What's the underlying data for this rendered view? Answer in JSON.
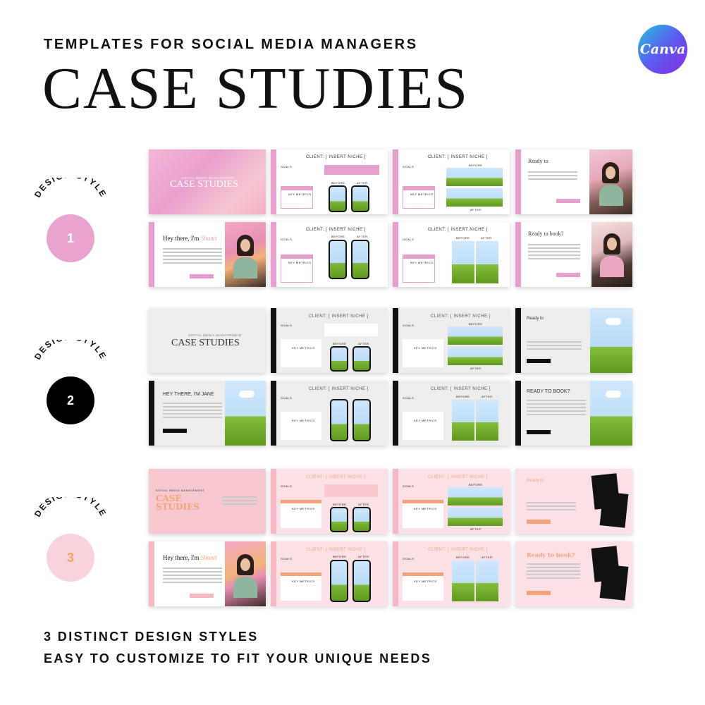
{
  "header": {
    "subtitle": "TEMPLATES FOR SOCIAL MEDIA MANAGERS",
    "title": "CASE STUDIES"
  },
  "badge": {
    "label": "Canva",
    "colors": [
      "#23c4d9",
      "#5b5cf0",
      "#8a2be2"
    ]
  },
  "styles": [
    {
      "label": "DESIGN STYLE",
      "number": "1",
      "circle_color": "#e8a3cf",
      "number_color": "#ffffff",
      "accent": "#e79fcd",
      "bg": "#ffffff"
    },
    {
      "label": "DESIGN STYLE",
      "number": "2",
      "circle_color": "#000000",
      "number_color": "#ffffff",
      "accent": "#111111",
      "bg": "#efedeb"
    },
    {
      "label": "DESIGN STYLE",
      "number": "3",
      "circle_color": "#f8d3da",
      "number_color": "#f0a06a",
      "accent": "#f4a478",
      "bg": "#fbe1e6"
    }
  ],
  "slides": {
    "s1_cover_sub": "SOCIAL MEDIA MANAGEMENT",
    "s1_cover_title": "CASE STUDIES",
    "s1_client": "CLIENT: [ INSERT NICHE ]",
    "s1_hey": "Hey there, I'm",
    "s1_sig": "Shanti",
    "s1_ready_to": "Ready to",
    "s1_book": "Ready to book?",
    "s2_cover_sub": "SOCIAL MEDIA MANAGEMENT",
    "s2_cover_title": "CASE STUDIES",
    "s2_client": "CLIENT: [ INSERT NICHE ]",
    "s2_hey": "HEY THERE, I'M JANE",
    "s2_ready_to": "Ready to",
    "s2_book": "READY TO BOOK?",
    "s3_cover_sub": "SOCIAL MEDIA MANAGEMENT",
    "s3_cover_title": "CASE STUDIES",
    "s3_client": "CLIENT: [ INSERT NICHE ]",
    "s3_hey": "Hey there, I'm",
    "s3_sig": "Shanti",
    "s3_ready_to": "Ready to",
    "s3_book": "Ready to book?",
    "goals": "GOALS",
    "key_metrics": "KEY METRICS",
    "before": "BEFORE",
    "after": "AFTER"
  },
  "footer": {
    "line1": "3 DISTINCT DESIGN STYLES",
    "line2": "EASY TO CUSTOMIZE TO FIT YOUR UNIQUE NEEDS"
  }
}
